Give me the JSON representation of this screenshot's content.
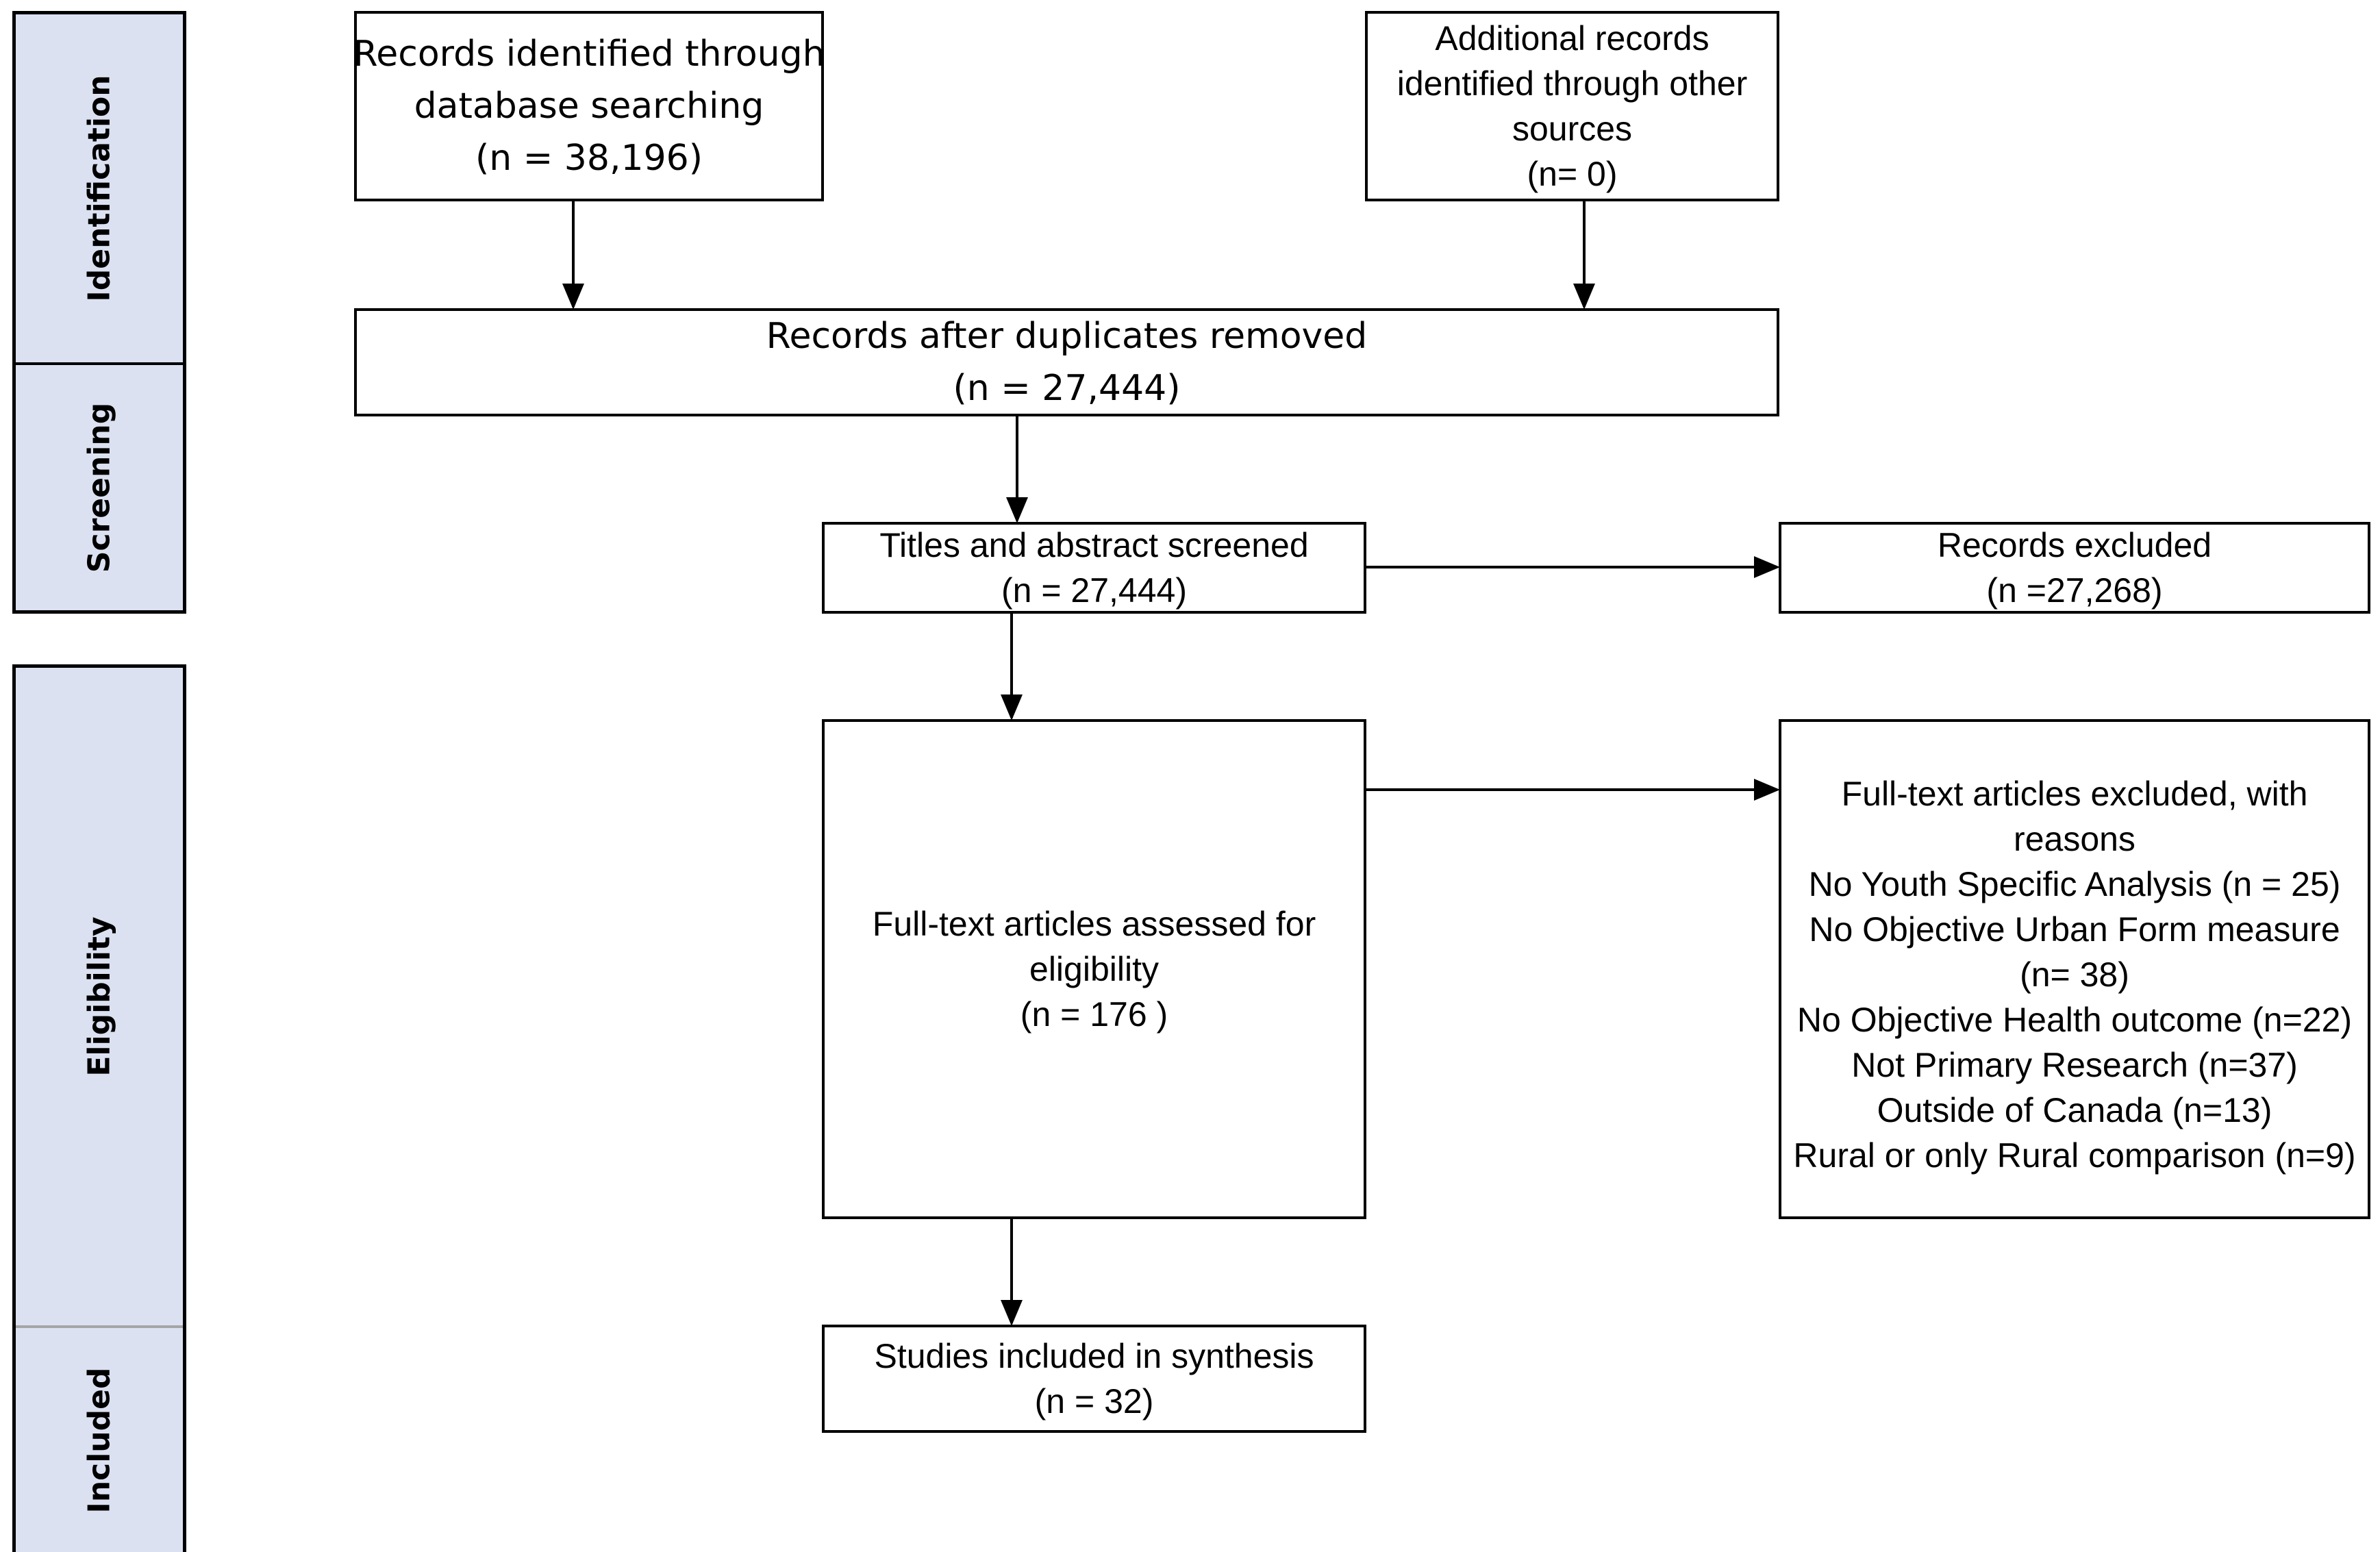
{
  "stages": {
    "identification": "Identification",
    "screening": "Screening",
    "eligibility": "Eligibility",
    "included": "Included"
  },
  "boxes": {
    "database": {
      "lines": [
        "Records identified through",
        "database searching",
        "(n = 38,196)"
      ]
    },
    "other_sources": {
      "lines": [
        "Additional records",
        "identified through other",
        "sources",
        "(n= 0)"
      ]
    },
    "duplicates_removed": {
      "lines": [
        "Records after duplicates removed",
        "(n = 27,444)"
      ]
    },
    "screened": {
      "lines": [
        "Titles and abstract screened",
        "(n = 27,444)"
      ]
    },
    "excluded": {
      "lines": [
        "Records excluded",
        "(n =27,268)"
      ]
    },
    "assessed": {
      "lines": [
        "Full-text articles assessed for",
        "eligibility",
        "(n = 176 )"
      ]
    },
    "fulltext_excluded": {
      "lines": [
        "Full-text articles excluded, with",
        "reasons",
        "No Youth Specific Analysis (n = 25)",
        "No Objective Urban Form measure",
        "(n= 38)",
        "No Objective Health outcome (n=22)",
        "Not Primary Research (n=37)",
        "Outside of Canada (n=13)",
        "Rural or only Rural comparison (n=9)"
      ]
    },
    "included": {
      "lines": [
        "Studies included in synthesis",
        "(n = 32)"
      ]
    }
  },
  "colors": {
    "stage_fill": "#dbe1f1",
    "stroke": "#000000",
    "box_fill": "#ffffff"
  }
}
